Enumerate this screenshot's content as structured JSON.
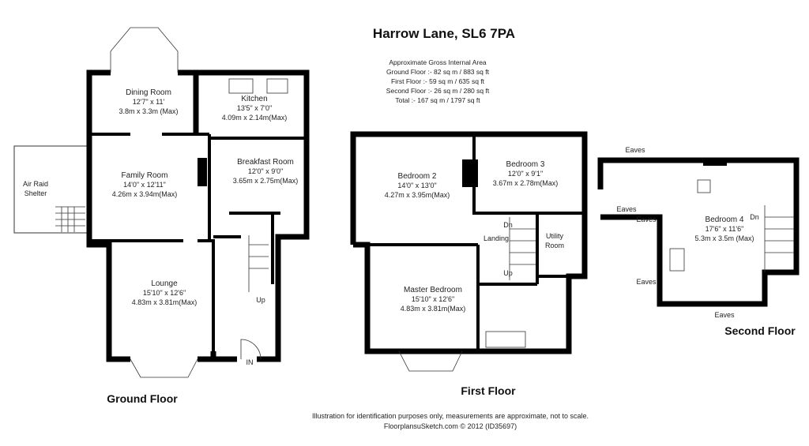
{
  "title": "Harrow Lane, SL6 7PA",
  "area": {
    "heading": "Approximate Gross Internal Area",
    "ground": "Ground Floor :- 82 sq m / 883 sq ft",
    "first": "First Floor :- 59 sq m / 635 sq ft",
    "second": "Second Floor :- 26 sq m / 280 sq ft",
    "total": "Total :- 167 sq m / 1797 sq ft"
  },
  "ground_floor": {
    "label": "Ground Floor",
    "rooms": [
      {
        "name": "Dining Room",
        "imperial": "12'7\" x 11'",
        "metric": "3.8m x 3.3m (Max)"
      },
      {
        "name": "Kitchen",
        "imperial": "13'5\" x 7'0\"",
        "metric": "4.09m x 2.14m(Max)"
      },
      {
        "name": "Family Room",
        "imperial": "14'0\" x 12'11\"",
        "metric": "4.26m x 3.94m(Max)"
      },
      {
        "name": "Breakfast Room",
        "imperial": "12'0\" x 9'0\"",
        "metric": "3.65m x 2.75m(Max)"
      },
      {
        "name": "Lounge",
        "imperial": "15'10\" x 12'6\"",
        "metric": "4.83m x 3.81m(Max)"
      }
    ],
    "shelter": [
      "Air Raid",
      "Shelter"
    ],
    "up": "Up",
    "entrance": "IN"
  },
  "first_floor": {
    "label": "First Floor",
    "rooms": [
      {
        "name": "Bedroom 2",
        "imperial": "14'0\" x 13'0\"",
        "metric": "4.27m x 3.95m(Max)"
      },
      {
        "name": "Bedroom 3",
        "imperial": "12'0\" x 9'1\"",
        "metric": "3.67m x 2.78m(Max)"
      },
      {
        "name": "Master Bedroom",
        "imperial": "15'10\" x 12'6\"",
        "metric": "4.83m x 3.81m(Max)"
      }
    ],
    "landing": "Landing",
    "utility": [
      "Utility",
      "Room"
    ],
    "dn": "Dn",
    "up": "Up"
  },
  "second_floor": {
    "label": "Second Floor",
    "room": {
      "name": "Bedroom 4",
      "imperial": "17'6\" x 11'6\"",
      "metric": "5.3m x 3.5m (Max)"
    },
    "eaves": "Eaves",
    "dn": "Dn"
  },
  "footer": {
    "disclaimer": "Illustration for identification purposes only, measurements are approximate, not to scale.",
    "credit": "FloorplansuSketch.com © 2012 (ID35697)"
  }
}
